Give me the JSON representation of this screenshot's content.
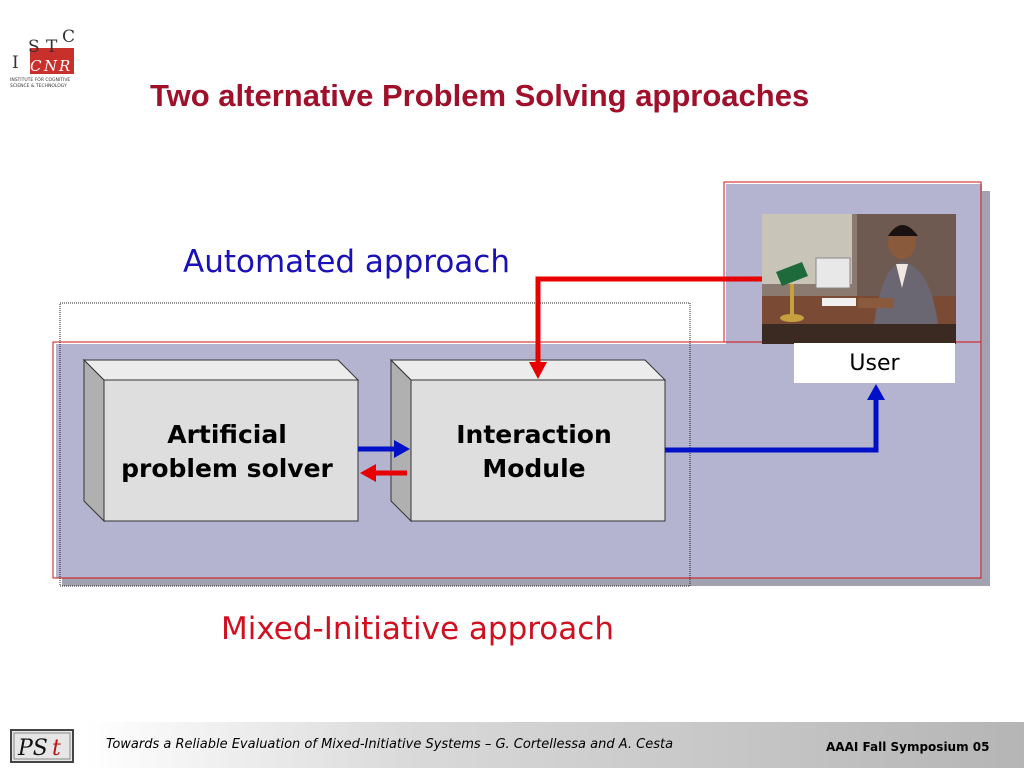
{
  "title": "Two alternative Problem Solving approaches",
  "logo": {
    "letters": [
      "I",
      "S",
      "T",
      "C",
      "C",
      "N",
      "R"
    ],
    "subtitle_line1": "INSTITUTE FOR COGNITIVE",
    "subtitle_line2": "SCIENCE & TECHNOLOGY"
  },
  "labels": {
    "automated": "Automated approach",
    "mixed": "Mixed-Initiative approach"
  },
  "boxes": {
    "solver_line1": "Artificial",
    "solver_line2": "problem solver",
    "interaction_line1": "Interaction",
    "interaction_line2": "Module"
  },
  "user": {
    "label": "User"
  },
  "footer": {
    "left_text": "Towards a Reliable Evaluation of Mixed-Initiative Systems –  G. Cortellessa and  A. Cesta",
    "right_text": "AAAI Fall Symposium 05",
    "logo_text": "PSt"
  },
  "colors": {
    "title": "#a0102a",
    "automated": "#1a10b8",
    "mixed": "#d01020",
    "panel": "#b4b4d0",
    "arrow_blue": "#0010c8",
    "arrow_red": "#e80000"
  }
}
